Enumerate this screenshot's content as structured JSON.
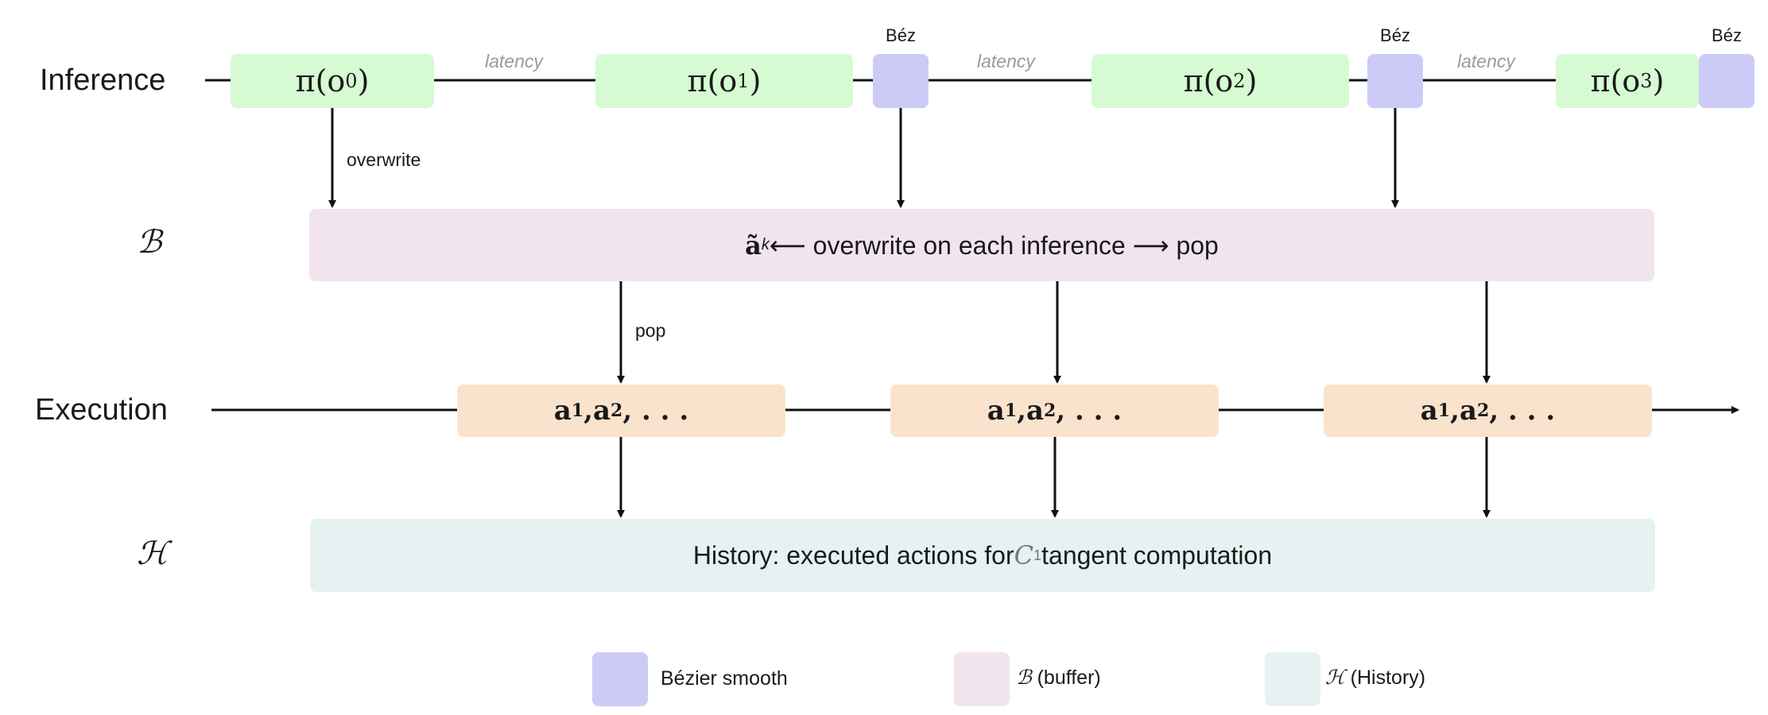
{
  "colors": {
    "policy_fill": "#d6fbd3",
    "bezier_fill": "#cccbf8",
    "buffer_fill": "#f1e4ef",
    "execution_fill": "#fae3cc",
    "history_fill": "#e5f2f1",
    "line": "#111111",
    "latency_text": "#9a9a9a"
  },
  "rows": {
    "inference": "Inference",
    "buffer": "ℬ",
    "execution": "Execution",
    "history": "ℋ"
  },
  "inference": {
    "policies": [
      {
        "symbol": "π(o",
        "index": "0",
        "close": ")"
      },
      {
        "symbol": "π(o",
        "index": "1",
        "close": ")"
      },
      {
        "symbol": "π(o",
        "index": "2",
        "close": ")"
      },
      {
        "symbol": "π(o",
        "index": "3",
        "close": ")"
      }
    ],
    "latency_label": "latency",
    "bezier_caption": "Béz"
  },
  "arrows": {
    "overwrite": "overwrite",
    "pop": "pop"
  },
  "buffer": {
    "action_symbol": "ã",
    "action_index": "k",
    "text": " ⟵ overwrite on each inference ⟶ pop"
  },
  "execution": {
    "chunks": [
      {
        "a": "a",
        "i1": "1",
        "sep": ", ",
        "b": "a",
        "i2": "2",
        "tail": ", . . ."
      },
      {
        "a": "a",
        "i1": "1",
        "sep": ", ",
        "b": "a",
        "i2": "2",
        "tail": ", . . ."
      },
      {
        "a": "a",
        "i1": "1",
        "sep": ", ",
        "b": "a",
        "i2": "2",
        "tail": ", . . ."
      }
    ]
  },
  "history": {
    "text_before": "History: executed actions for ",
    "symbol": "C",
    "superscript": "1",
    "text_after": " tangent computation"
  },
  "legend": {
    "bezier": "Bézier smooth",
    "buffer_symbol": "ℬ",
    "buffer_text": " (buffer)",
    "history_symbol": "ℋ",
    "history_text": " (History)"
  }
}
